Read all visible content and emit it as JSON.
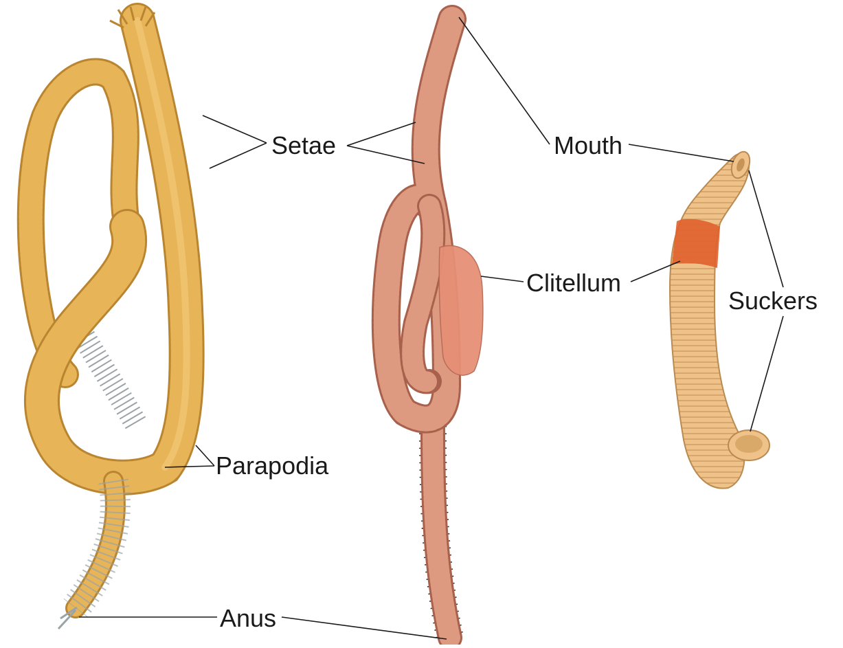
{
  "labels": {
    "setae": "Setae",
    "mouth": "Mouth",
    "clitellum": "Clitellum",
    "suckers": "Suckers",
    "parapodia": "Parapodia",
    "anus": "Anus"
  },
  "colors": {
    "polychaete_body": "#e8b458",
    "polychaete_ring": "#b98531",
    "setae_bristle": "#9aa3a8",
    "earthworm_body": "#de9a80",
    "earthworm_ring": "#a8614c",
    "earthworm_setae": "#3b2a26",
    "clitellum": "#e69076",
    "leech_body": "#efc28a",
    "leech_ring": "#c79458",
    "leech_band": "#e0602c",
    "leader_line": "#1a1a1a"
  }
}
